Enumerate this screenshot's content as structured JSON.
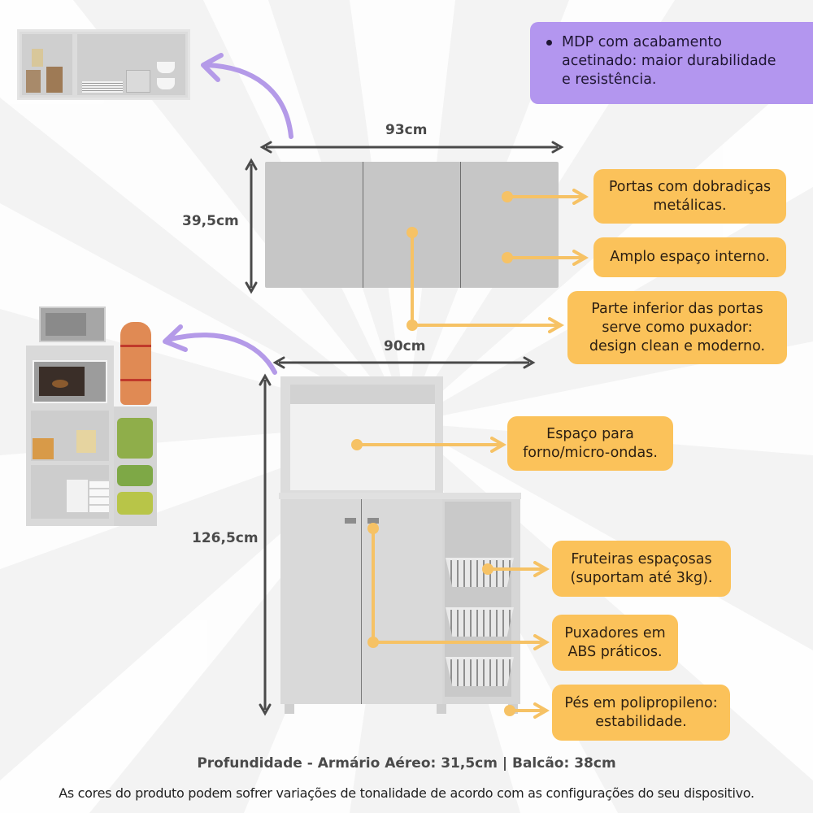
{
  "colors": {
    "callout_bg": "#fbc25a",
    "callout_line": "#f6c265",
    "highlight_bg": "#b396ef",
    "curved_arrow": "#b49ae8",
    "dimension_arrow": "#4a4a4a",
    "cabinet": "#c6c6c6"
  },
  "highlight": {
    "icon": "bullet-icon",
    "text": "MDP com acabamento\nacetinado: maior durabilidade\ne resistência."
  },
  "upper_cabinet": {
    "width_label": "93cm",
    "height_label": "39,5cm",
    "door_count": 3,
    "features": [
      {
        "id": "hinges",
        "text": "Portas com dobradiças\nmetálicas."
      },
      {
        "id": "space",
        "text": "Amplo espaço interno."
      },
      {
        "id": "handle-edge",
        "text": "Parte inferior das portas\nserve como puxador:\ndesign clean e moderno."
      }
    ]
  },
  "lower_cabinet": {
    "width_label": "90cm",
    "height_label": "126,5cm",
    "door_count": 2,
    "basket_count": 3,
    "features": [
      {
        "id": "oven-space",
        "text": "Espaço para\nforno/micro-ondas."
      },
      {
        "id": "fruit-baskets",
        "text": "Fruteiras espaçosas\n(suportam até 3kg)."
      },
      {
        "id": "handles",
        "text": "Puxadores em\nABS práticos."
      },
      {
        "id": "feet",
        "text": "Pés em polipropileno:\nestabilidade."
      }
    ]
  },
  "thumbnails": {
    "upper": {
      "description": "Armário aéreo aberto com potes, pratos, copos e xícaras"
    },
    "lower": {
      "description": "Balcão com micro-ondas, forno, filtro de barro, mantimentos e frutas"
    }
  },
  "footer": {
    "depth": "Profundidade - Armário Aéreo: 31,5cm | Balcão:  38cm",
    "disclaimer": "As cores do produto podem sofrer variações de tonalidade de acordo com as configurações do seu dispositivo."
  }
}
